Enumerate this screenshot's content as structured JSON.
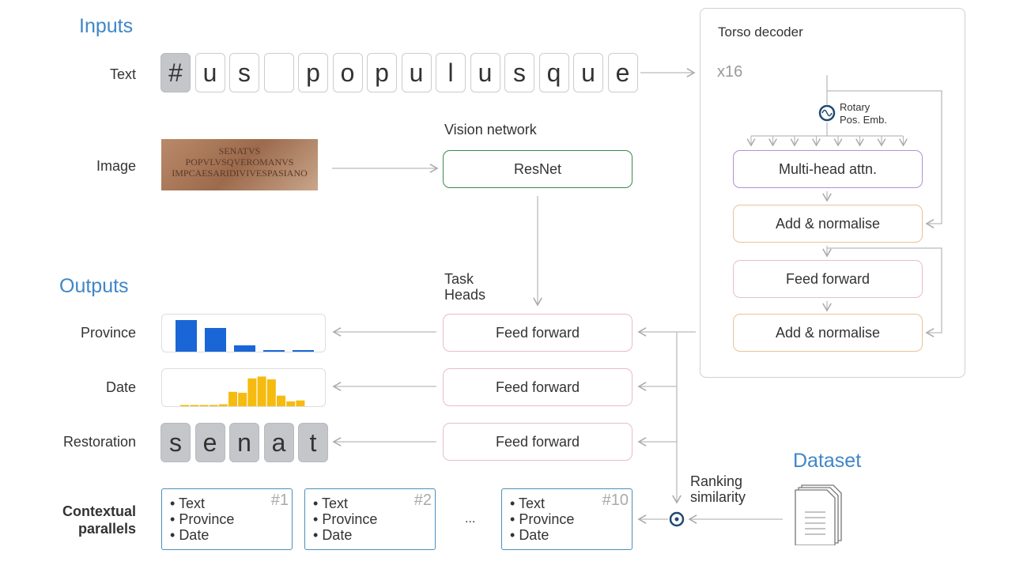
{
  "inputs": {
    "title": "Inputs",
    "text_label": "Text",
    "image_label": "Image",
    "tokens": [
      "#",
      "u",
      "s",
      "",
      "p",
      "o",
      "p",
      "u",
      "l",
      "u",
      "s",
      "q",
      "u",
      "e"
    ],
    "inscription_lines": [
      "SENATVS",
      "POPVLVSQVEROMANVS",
      "IMPCAESARIDIVIVESPASIANO"
    ]
  },
  "vision": {
    "label": "Vision network",
    "resnet": "ResNet"
  },
  "torso": {
    "title": "Torso decoder",
    "repeat": "x16",
    "rotary_line1": "Rotary",
    "rotary_line2": "Pos. Emb.",
    "mha": "Multi-head attn.",
    "addnorm1": "Add & normalise",
    "ff": "Feed forward",
    "addnorm2": "Add & normalise"
  },
  "task": {
    "label_line1": "Task",
    "label_line2": "Heads",
    "heads": [
      "Feed forward",
      "Feed forward",
      "Feed forward"
    ]
  },
  "outputs": {
    "title": "Outputs",
    "province_label": "Province",
    "date_label": "Date",
    "restoration_label": "Restoration",
    "contextual_line1": "Contextual",
    "contextual_line2": "parallels",
    "restoration": [
      "s",
      "e",
      "n",
      "a",
      "t"
    ],
    "province_values": [
      40,
      30,
      8,
      2,
      2
    ],
    "date_values": [
      1,
      1,
      1,
      1,
      2,
      15,
      14,
      29,
      31,
      28,
      11,
      5,
      6
    ],
    "province_color": "#1a66d6",
    "date_color": "#f5bb10"
  },
  "parallels": [
    {
      "num": "#1",
      "items": [
        "Text",
        "Province",
        "Date"
      ]
    },
    {
      "num": "#2",
      "items": [
        "Text",
        "Province",
        "Date"
      ]
    },
    {
      "num": "#10",
      "items": [
        "Text",
        "Province",
        "Date"
      ]
    }
  ],
  "ellipsis": "...",
  "ranking": {
    "line1": "Ranking",
    "line2": "similarity"
  },
  "dataset": {
    "title": "Dataset"
  }
}
